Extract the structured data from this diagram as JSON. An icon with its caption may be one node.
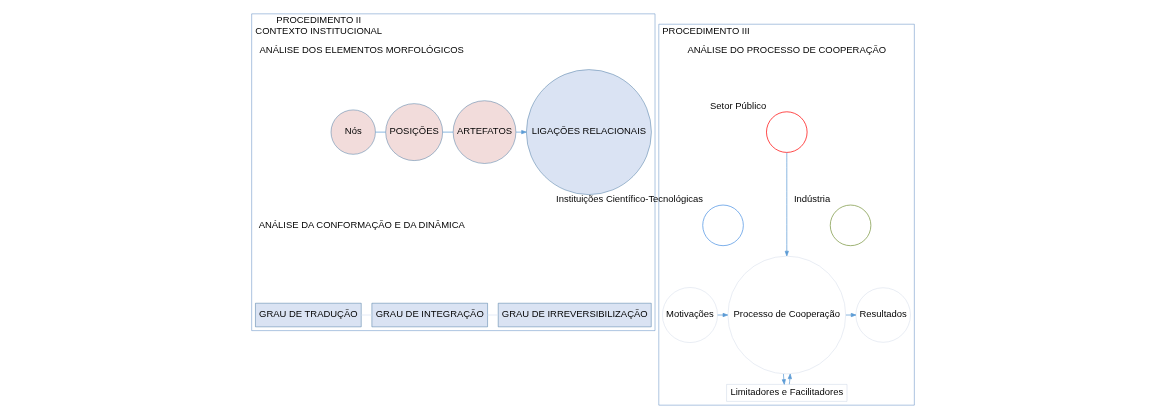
{
  "diagram": {
    "nodes": [
      {
        "text": [
          "PROCEDIMENTO II",
          "CONTEXTO INSTITUCIONAL"
        ]
      },
      {
        "text": [
          "Nós"
        ],
        "in": 0
      },
      {
        "text": [
          "POSIÇÕES"
        ],
        "in": 0
      },
      {
        "text": [
          "ARTEFATOS"
        ],
        "in": 0
      },
      {
        "text": [
          "LIGAÇÕES RELACIONAIS"
        ],
        "in": 0
      },
      {
        "text": [
          "GRAU DE TRADUÇÃO"
        ],
        "in": 0
      },
      {
        "text": [
          "GRAU DE INTEGRAÇÃO"
        ],
        "in": 0
      },
      {
        "text": [
          "GRAU DE IRREVERSIBILIZAÇÃO"
        ],
        "in": 0
      },
      {
        "text": [
          "PROCEDIMENTO III"
        ]
      },
      {
        "text": [],
        "shape": "circle",
        "beside": [
          "Setor Público"
        ],
        "in": 8
      },
      {
        "text": [],
        "shape": "circle",
        "beside": [
          "Instituições Científico-Tecnológicas"
        ],
        "in": 8
      },
      {
        "text": [],
        "shape": "circle",
        "beside": [
          "Indústria"
        ],
        "in": 8
      },
      {
        "text": [
          "Motivações"
        ],
        "in": 8
      },
      {
        "text": [
          "Processo de Cooperação"
        ],
        "in": 8
      },
      {
        "text": [
          "Resultados"
        ],
        "in": 8
      },
      {
        "text": [
          "Limitadores e Facilitadores"
        ],
        "in": 8
      }
    ],
    "edges": [
      {
        "from": 1,
        "to": 2,
        "arrow": "none"
      },
      {
        "from": 2,
        "to": 3,
        "arrow": "none"
      },
      {
        "from": 3,
        "to": 4,
        "arrow": "to"
      },
      {
        "from": 5,
        "to": 6,
        "arrow": "none",
        "color": "#d9e2f3"
      },
      {
        "from": 6,
        "to": 7,
        "arrow": "none",
        "color": "#d9e2f3"
      },
      {
        "from": 9,
        "to": 13,
        "arrow": "to"
      },
      {
        "from": 12,
        "to": 13,
        "arrow": "to"
      },
      {
        "from": 13,
        "to": 14,
        "arrow": "to"
      },
      {
        "from": 15,
        "to": 13,
        "arrow": "to"
      },
      {
        "from": 13,
        "to": 15,
        "arrow": "to"
      }
    ],
    "labels": [
      "ANÁLISE DOS ELEMENTOS MORFOLÓGICOS",
      "ANÁLISE DA CONFORMAÇÃO E DA DINÂMICA",
      "ANÁLISE DO PROCESSO DE COOPERAÇÃO"
    ]
  }
}
